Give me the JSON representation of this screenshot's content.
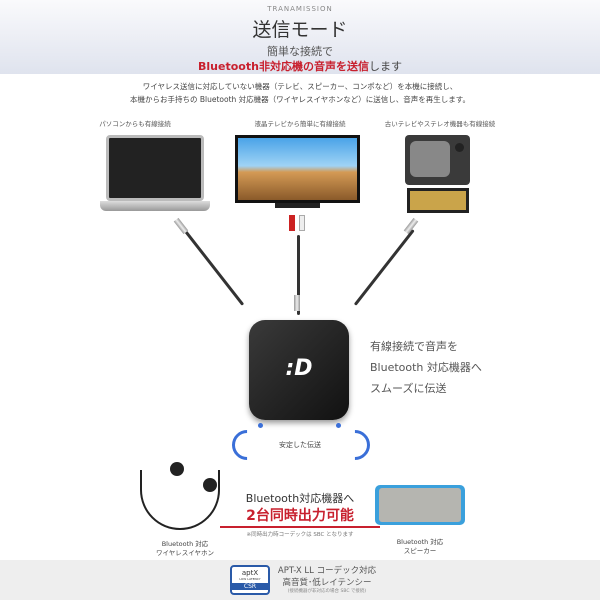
{
  "header": {
    "subtitle": "TRANAMISSION",
    "title": "送信モード",
    "line1": "簡単な接続で",
    "line2_red": "Bluetooth非対応機の音声を送信",
    "line2_rest": "します"
  },
  "description": [
    "ワイヤレス送信に対応していない機器（テレビ、スピーカー、コンポなど）を本機に接続し、",
    "本機からお手持ちの Bluetooth 対応機器（ワイヤレスイヤホンなど）に送信し、音声を再生します。"
  ],
  "sources": [
    {
      "label": "パソコンからも有線接続"
    },
    {
      "label": "液晶テレビから簡単に有線接続"
    },
    {
      "label": "古いテレビやステレオ機器も有線接続"
    }
  ],
  "device": {
    "logo": ":D",
    "side_text": [
      "有線接続で音声を",
      "Bluetooth 対応機器へ",
      "スムーズに伝送"
    ],
    "stable_label": "安定した伝送"
  },
  "outputs": {
    "earphone": [
      "Bluetooth 対応",
      "ワイヤレスイヤホン"
    ],
    "speaker": [
      "Bluetooth 対応",
      "スピーカー"
    ],
    "headline1": "Bluetooth対応機器へ",
    "headline2": "2台同時出力可能",
    "note": "※同時出力時コーデックは SBC となります"
  },
  "footer": {
    "badge_top": "aptX",
    "badge_sub": "LOW LATENCY",
    "badge_bottom": "CSR",
    "line1": "APT-X LL コーデック対応",
    "line2": "高音質･低レイテンシー",
    "line3": "(接続機器が非対応の場合 SBC で接続)"
  },
  "colors": {
    "accent_red": "#c8202e",
    "wave_blue": "#3a6fd8"
  }
}
